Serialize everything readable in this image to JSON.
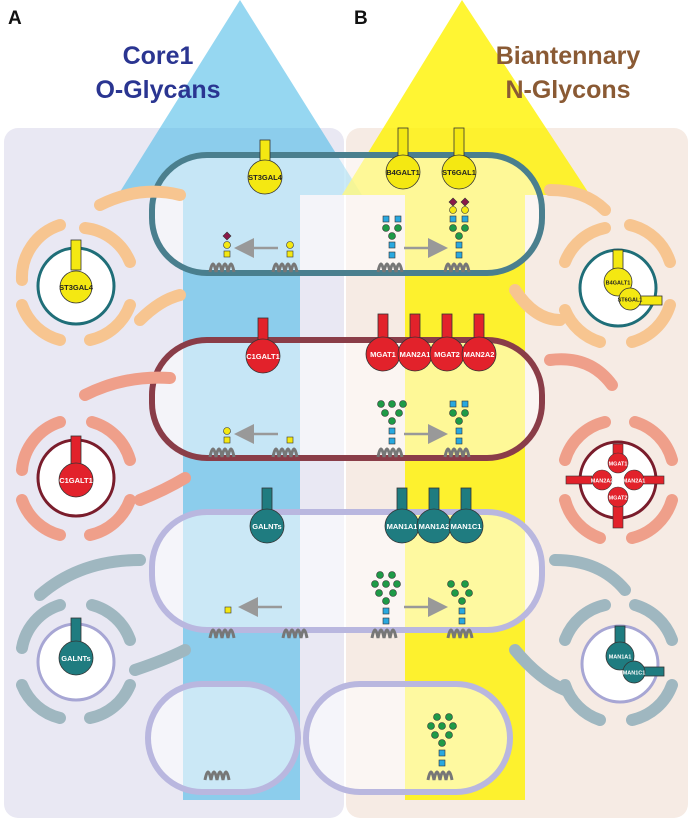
{
  "panels": {
    "a": {
      "letter": "A",
      "title_line1": "Core1",
      "title_line2": "O-Glycans",
      "title_color": "#2a3591"
    },
    "b": {
      "letter": "B",
      "title_line1": "Biantennary",
      "title_line2": "N-Glycons",
      "title_color": "#8a5a34"
    }
  },
  "colors": {
    "o_arrow": "#3fb6e6",
    "n_arrow": "#fff200",
    "o_panel_bg": "#e9e8f3",
    "n_panel_bg": "#f6ebe4",
    "trans_golgi": "#4a7f8e",
    "medial_golgi": "#8a3d48",
    "cis_golgi": "#b9b7df",
    "er": "#b9b7df",
    "yellow_enzyme": "#f4e812",
    "red_enzyme": "#e2222b",
    "teal_enzyme": "#1f7c80",
    "orange_arrows": "#f7c590",
    "salmon_arrows": "#ef9f8a",
    "gray_arrows": "#9fb7c0",
    "glcnac": "#29a8df",
    "galactose": "#f4e812",
    "mannose": "#1e9a47",
    "sialic_acid": "#8a1848",
    "peptide": "#777777"
  },
  "cisternae": {
    "trans": {
      "enzymes": [
        "ST3GAL4",
        "B4GALT1",
        "ST6GAL1"
      ],
      "side_vesicle_left": "ST3GAL4",
      "side_vesicle_right": [
        "B4GALT1",
        "ST6GAL1"
      ]
    },
    "medial": {
      "enzymes": [
        "C1GALT1",
        "MGAT1",
        "MAN2A1",
        "MGAT2",
        "MAN2A2"
      ],
      "side_vesicle_left": "C1GALT1",
      "side_vesicle_right": [
        "MGAT1",
        "MAN2A1",
        "MGAT2",
        "MAN2A2"
      ]
    },
    "cis": {
      "enzymes": [
        "GALNTs",
        "MAN1A1",
        "MAN1A2",
        "MAN1C1"
      ],
      "side_vesicle_left": "GALNTs",
      "side_vesicle_right": [
        "MAN1A1",
        "MAN1C1"
      ]
    }
  }
}
